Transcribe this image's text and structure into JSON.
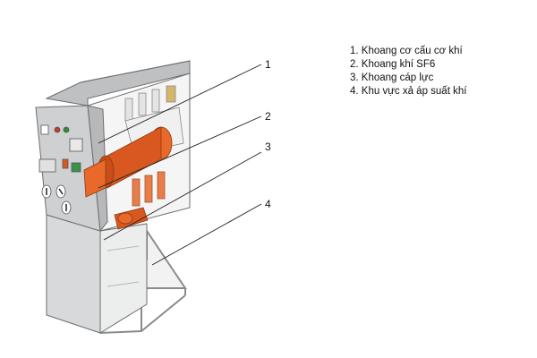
{
  "diagram": {
    "callouts": [
      {
        "number": "1",
        "label": "Khoang cơ cấu cơ khí"
      },
      {
        "number": "2",
        "label": "Khoang khí SF6"
      },
      {
        "number": "3",
        "label": "Khoang cáp lực"
      },
      {
        "number": "4",
        "label": "Khu vực xả áp suất khí"
      }
    ],
    "legend": [
      "1. Khoang cơ cấu cơ khí",
      "2. Khoang khí SF6",
      "3. Khoang cáp lực",
      "4. Khu vực xả áp suất khí"
    ],
    "colors": {
      "cabinet": "#cfd0d2",
      "cabinet_dark": "#a9abae",
      "sf6_parts": "#d9581f",
      "outline": "#6d6e70",
      "leader": "#222222"
    }
  }
}
